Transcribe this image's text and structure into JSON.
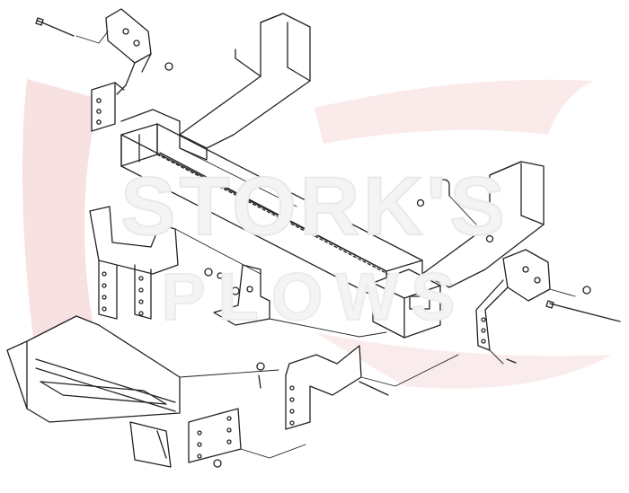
{
  "watermark": {
    "line1": "STORK'S",
    "line2": "PLOWS",
    "swoosh_color": "#f3c9c9",
    "text_color": "#f2f2f2"
  },
  "diagram": {
    "style": "exploded parts line drawing",
    "line_color": "#222222",
    "background": "#ffffff",
    "parts": [
      "main-crossbar",
      "left-frame-rail",
      "right-frame-rail",
      "left-top-bracket",
      "left-upper-bracket-plate",
      "left-mount-bracket",
      "center-tab-bracket",
      "right-mount-bracket",
      "right-side-plate",
      "center-lower-plate",
      "push-plate-assembly",
      "u-bolt",
      "bolts",
      "nuts-washers"
    ]
  }
}
